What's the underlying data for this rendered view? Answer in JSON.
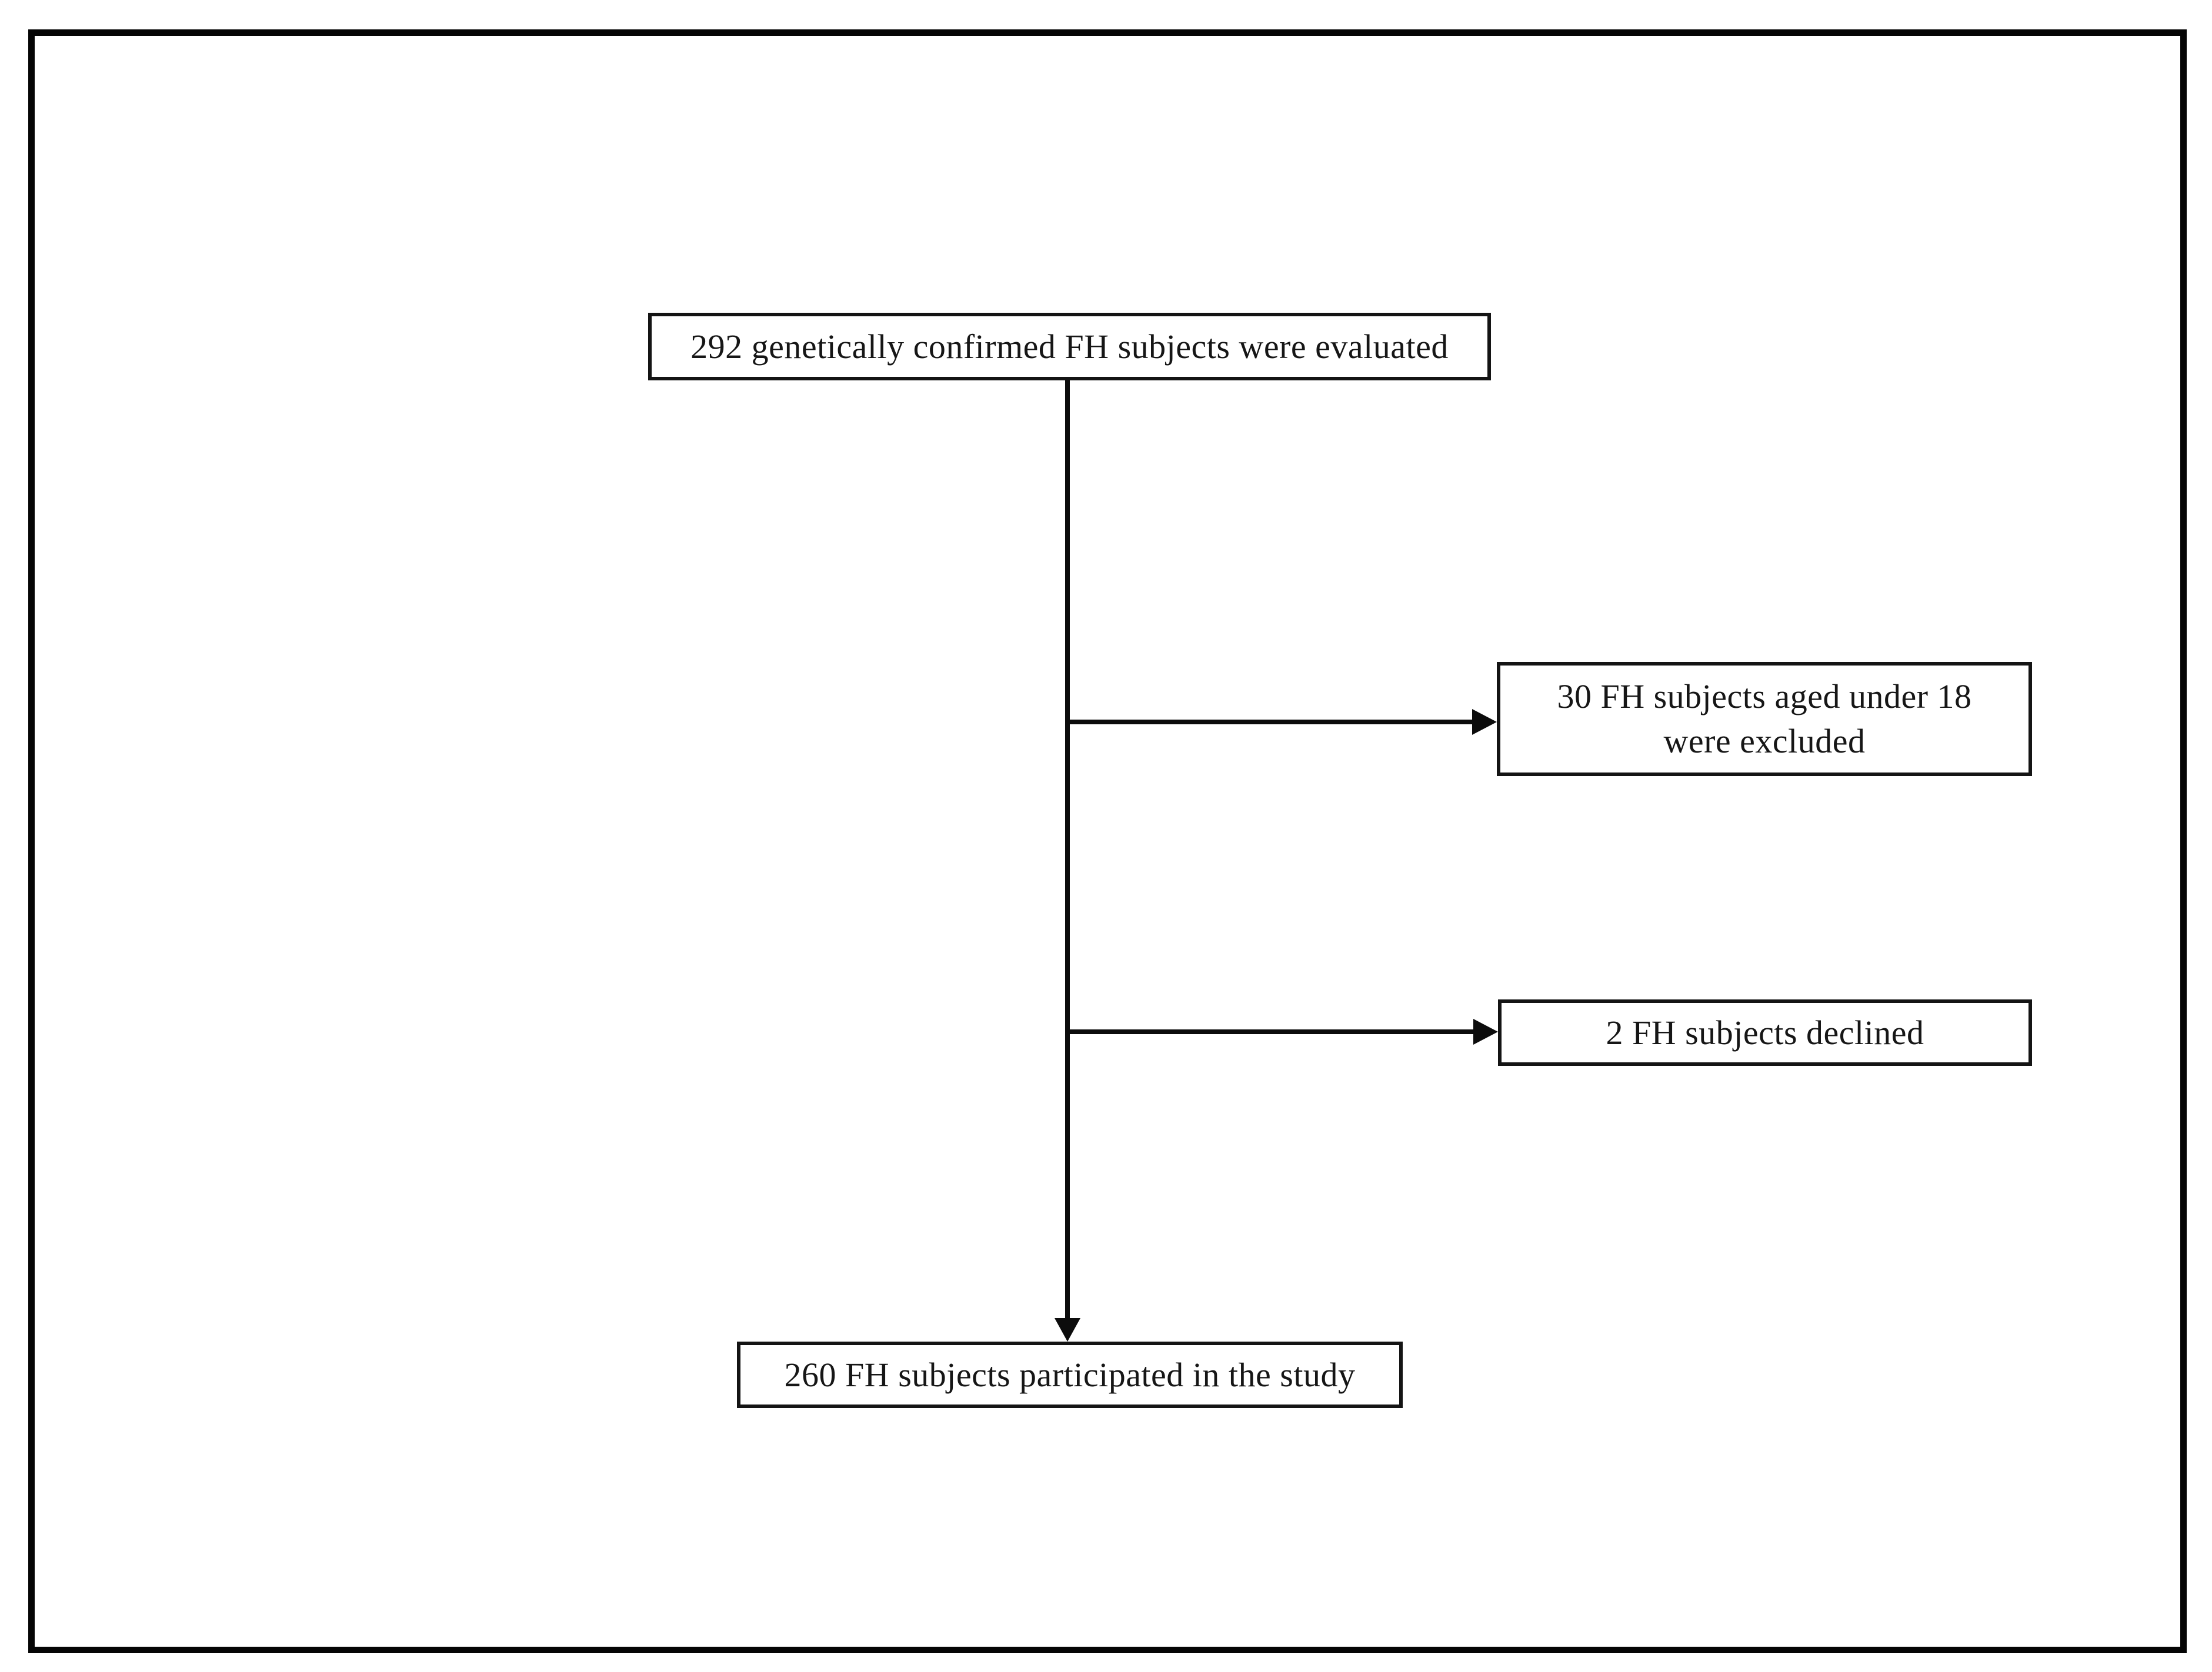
{
  "flowchart": {
    "type": "study-participant-flow",
    "boxes": {
      "evaluated": {
        "text": "292 genetically confirmed FH subjects were evaluated",
        "count": 292
      },
      "excluded": {
        "text": "30 FH subjects aged under 18 were excluded",
        "lines": [
          "30 FH subjects aged under 18",
          "were excluded"
        ],
        "count": 30
      },
      "declined": {
        "text": "2 FH subjects declined",
        "count": 2
      },
      "participated": {
        "text": "260 FH subjects participated in the study",
        "count": 260
      }
    },
    "colors": {
      "background": "#ffffff",
      "frame_border": "#050505",
      "box_border": "#141414",
      "line": "#0c0c0c",
      "text": "#161616"
    }
  }
}
